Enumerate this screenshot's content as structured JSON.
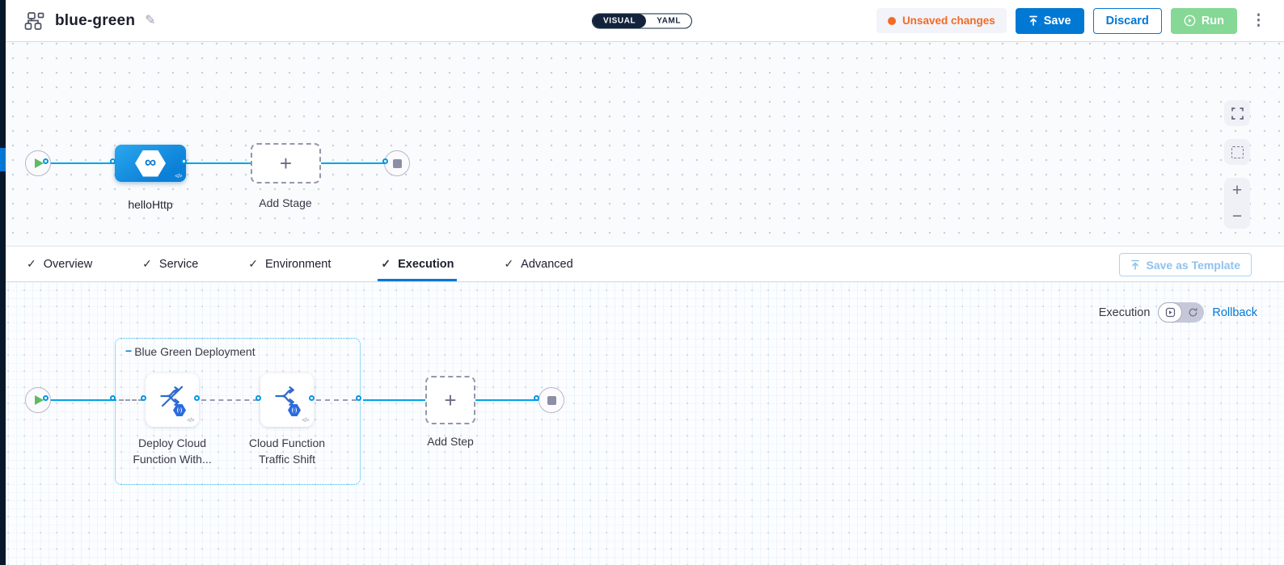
{
  "header": {
    "title": "blue-green",
    "visual_label": "VISUAL",
    "yaml_label": "YAML",
    "unsaved_changes": "Unsaved changes",
    "save": "Save",
    "discard": "Discard",
    "run": "Run"
  },
  "colors": {
    "primary_blue": "#0278d5",
    "connector_cyan": "#00a5e6",
    "unsaved_orange": "#f26b24",
    "run_green": "#85d895",
    "nav_dark": "#07182b",
    "group_border": "#2fb9ee"
  },
  "stage_canvas": {
    "stage_name": "helloHttp",
    "add_stage": "Add Stage"
  },
  "tabs": [
    {
      "label": "Overview"
    },
    {
      "label": "Service"
    },
    {
      "label": "Environment"
    },
    {
      "label": "Execution"
    },
    {
      "label": "Advanced"
    }
  ],
  "tab_bar": {
    "save_as_template": "Save as Template"
  },
  "execution": {
    "mode_label": "Execution",
    "rollback_label": "Rollback",
    "group_label": "Blue Green Deployment",
    "steps": [
      {
        "line1": "Deploy Cloud",
        "line2": "Function With..."
      },
      {
        "line1": "Cloud Function",
        "line2": "Traffic Shift"
      }
    ],
    "add_step": "Add Step"
  },
  "icons": {
    "check": "✓",
    "plus": "+",
    "minus": "−",
    "pencil": "✎",
    "kebab": "⋮",
    "infinity": "∞",
    "code": "</>",
    "function_badge": "(-)"
  }
}
